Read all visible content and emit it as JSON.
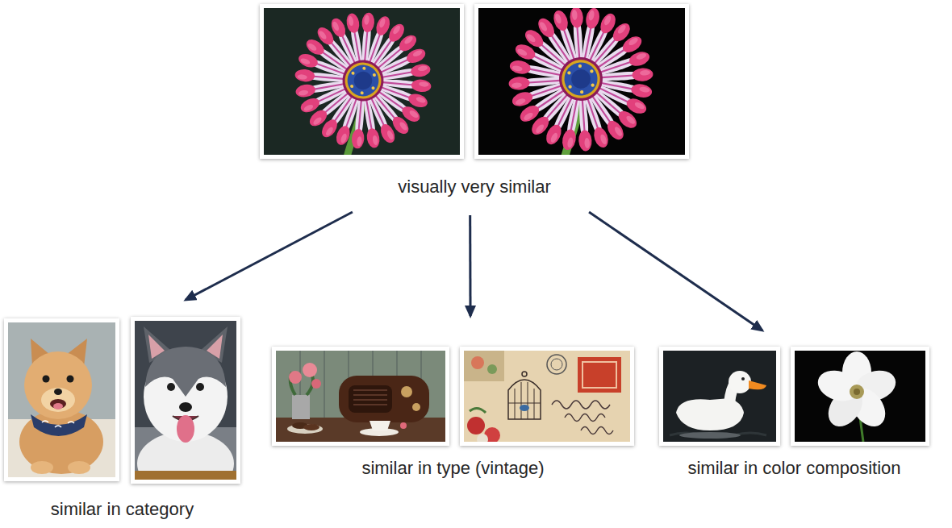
{
  "diagram": {
    "nodes": [
      {
        "text": [
          "visually very similar"
        ]
      },
      {
        "text": [
          "similar in category"
        ]
      },
      {
        "text": [
          "similar in type (vintage)"
        ]
      },
      {
        "text": [
          "similar in color composition"
        ]
      }
    ],
    "edges": [
      {
        "from": 0,
        "to": 1,
        "arrow": "to"
      },
      {
        "from": 0,
        "to": 2,
        "arrow": "to"
      },
      {
        "from": 0,
        "to": 3,
        "arrow": "to"
      }
    ]
  }
}
